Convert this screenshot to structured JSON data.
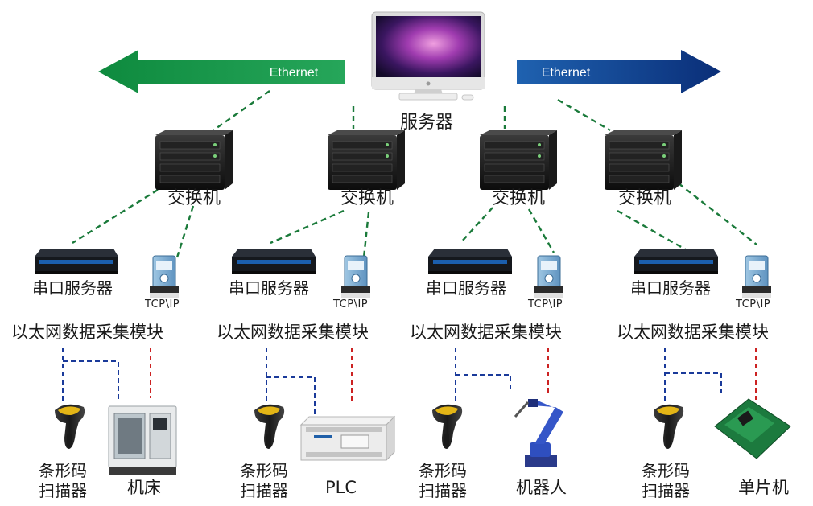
{
  "server": {
    "label": "服务器"
  },
  "ethernet": {
    "left_label": "Ethernet",
    "right_label": "Ethernet",
    "left_color": "#1a9a4a",
    "right_color": "#0d3a8a"
  },
  "colors": {
    "uplink": "#1a7a3a",
    "scanner_link": "#1a3a9a",
    "device_link": "#cc2222"
  },
  "groups": [
    {
      "switch_label": "交换机",
      "serial_label": "串口服务器",
      "tcp_label": "TCP\\IP",
      "module_label": "以太网数据采集模块",
      "scanner_label": "条形码\n扫描器",
      "device_label": "机床"
    },
    {
      "switch_label": "交换机",
      "serial_label": "串口服务器",
      "tcp_label": "TCP\\IP",
      "module_label": "以太网数据采集模块",
      "scanner_label": "条形码\n扫描器",
      "device_label": "PLC"
    },
    {
      "switch_label": "交换机",
      "serial_label": "串口服务器",
      "tcp_label": "TCP\\IP",
      "module_label": "以太网数据采集模块",
      "scanner_label": "条形码\n扫描器",
      "device_label": "机器人"
    },
    {
      "switch_label": "交换机",
      "serial_label": "串口服务器",
      "tcp_label": "TCP\\IP",
      "module_label": "以太网数据采集模块",
      "scanner_label": "条形码\n扫描器",
      "device_label": "单片机"
    }
  ]
}
